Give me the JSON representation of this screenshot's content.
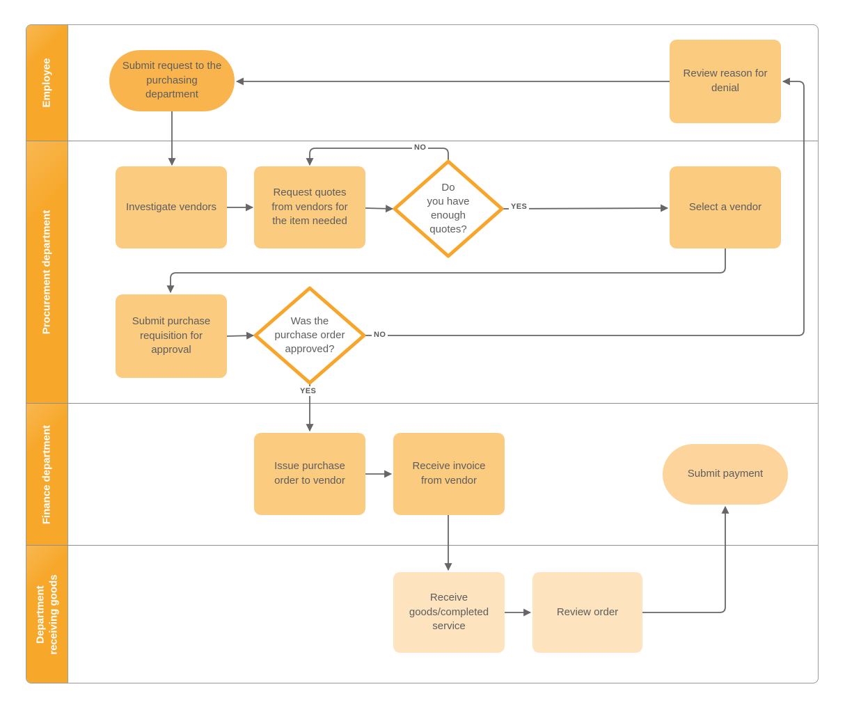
{
  "lanes": [
    {
      "id": "employee",
      "label": "Employee"
    },
    {
      "id": "procurement",
      "label": "Procurement department"
    },
    {
      "id": "finance",
      "label": "Finance department"
    },
    {
      "id": "receiving",
      "label": "Department receiving goods"
    }
  ],
  "nodes": {
    "submit_request": {
      "label": "Submit request to the purchasing department",
      "type": "terminator"
    },
    "review_denial": {
      "label": "Review reason for denial",
      "type": "process"
    },
    "investigate_vendors": {
      "label": "Investigate vendors",
      "type": "process"
    },
    "request_quotes": {
      "label": "Request quotes from vendors for the item needed",
      "type": "process"
    },
    "enough_quotes": {
      "label": "Do\nyou have\nenough\nquotes?",
      "type": "decision"
    },
    "select_vendor": {
      "label": "Select a vendor",
      "type": "process"
    },
    "submit_requisition": {
      "label": "Submit purchase requisition for approval",
      "type": "process"
    },
    "po_approved": {
      "label": "Was the\npurchase order\napproved?",
      "type": "decision"
    },
    "issue_po": {
      "label": "Issue purchase order to vendor",
      "type": "process"
    },
    "receive_invoice": {
      "label": "Receive invoice from vendor",
      "type": "process"
    },
    "submit_payment": {
      "label": "Submit payment",
      "type": "terminator"
    },
    "receive_goods": {
      "label": "Receive goods/completed service",
      "type": "process"
    },
    "review_order": {
      "label": "Review order",
      "type": "process"
    }
  },
  "edge_labels": {
    "enough_quotes_no": "NO",
    "enough_quotes_yes": "YES",
    "po_approved_no": "NO",
    "po_approved_yes": "YES"
  },
  "colors": {
    "lane_header": "#F7A82B",
    "process_fill": "#FBCB80",
    "process_light_fill": "#FDE3BE",
    "start_fill": "#FAB44E",
    "end_fill": "#FCD49C",
    "decision_border": "#F7A62B",
    "decision_fill": "#FFFFFF",
    "connector": "#666666",
    "lane_text": "#FFFFFF",
    "node_text": "#5D5D5D"
  }
}
